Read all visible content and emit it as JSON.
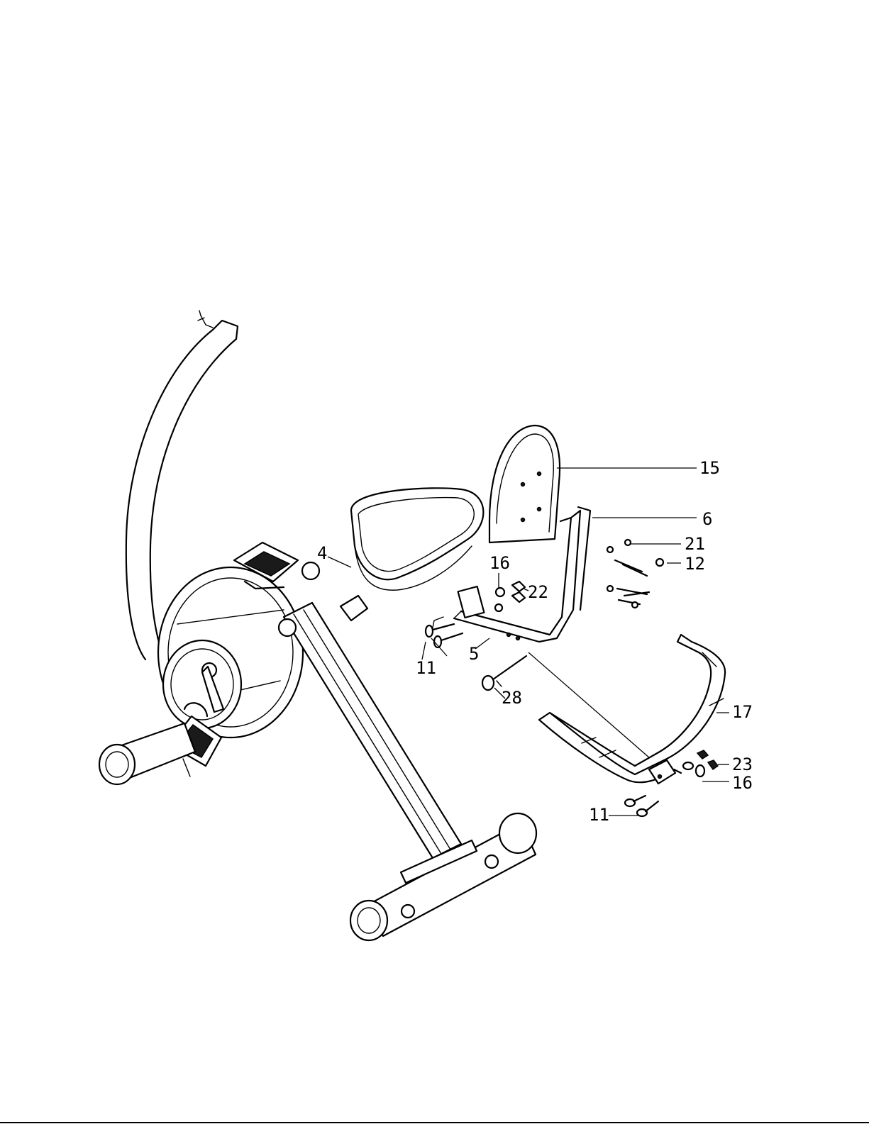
{
  "callouts": {
    "c4": "4",
    "c5": "5",
    "c6": "6",
    "c11a": "11",
    "c11b": "11",
    "c12": "12",
    "c15": "15",
    "c16a": "16",
    "c16b": "16",
    "c17": "17",
    "c21": "21",
    "c22": "22",
    "c23": "23",
    "c28": "28"
  }
}
